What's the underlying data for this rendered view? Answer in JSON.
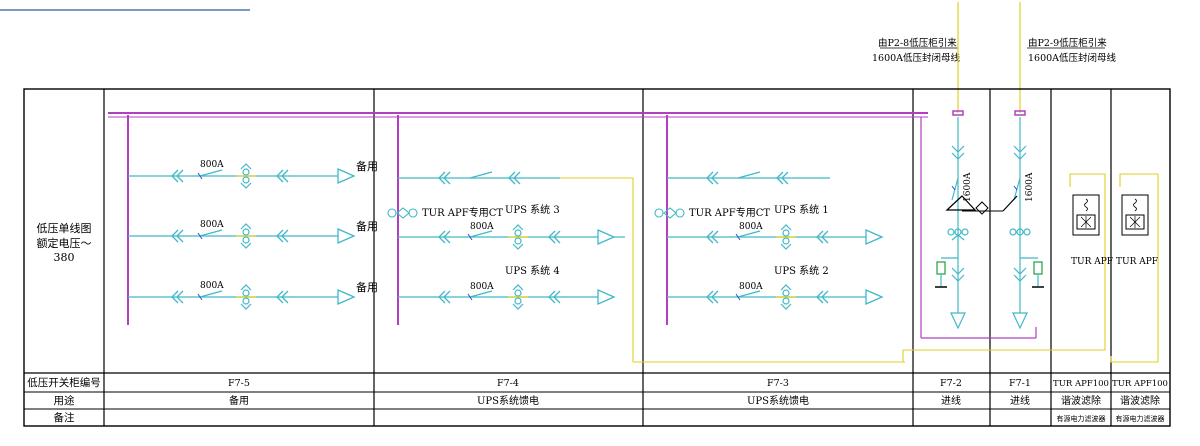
{
  "header": {
    "feeder_left_line1": "由P2-8低压柜引来",
    "feeder_left_line2": "1600A低压封闭母线",
    "feeder_right_line1": "由P2-9低压柜引来",
    "feeder_right_line2": "1600A低压封闭母线"
  },
  "left_panel": {
    "line1": "低压单线图",
    "line2": "额定电压～",
    "line3": "380"
  },
  "row_labels": {
    "cabinet_no": "低压开关柜编号",
    "purpose": "用途",
    "remark": "备注"
  },
  "cabinets": [
    {
      "id": "F7-5",
      "purpose": "备用",
      "remark": ""
    },
    {
      "id": "F7-4",
      "purpose": "UPS系统馈电",
      "remark": ""
    },
    {
      "id": "F7-3",
      "purpose": "UPS系统馈电",
      "remark": ""
    },
    {
      "id": "F7-2",
      "purpose": "进线",
      "remark": ""
    },
    {
      "id": "F7-1",
      "purpose": "进线",
      "remark": ""
    },
    {
      "id": "TUR APF100",
      "purpose": "谐波滤除",
      "remark": "有源电力滤波器"
    },
    {
      "id": "TUR APF100",
      "purpose": "谐波滤除",
      "remark": "有源电力滤波器"
    }
  ],
  "circuit_labels": {
    "breaker_800a": "800A",
    "breaker_1600a": "1600A",
    "spare": "备用",
    "ct_label": "TUR APF专用CT",
    "ups1": "UPS 系统 1",
    "ups2": "UPS 系统 2",
    "ups3": "UPS 系统 3",
    "ups4": "UPS 系统 4",
    "apf": "TUR APF"
  },
  "colors": {
    "frame": "#000000",
    "busbar": "#b040c0",
    "circuit": "#40b8c8",
    "control": "#e0d020",
    "breaker_mark": "#3050d0",
    "ground": "#20a040",
    "header_rule": "#2a5caa"
  }
}
